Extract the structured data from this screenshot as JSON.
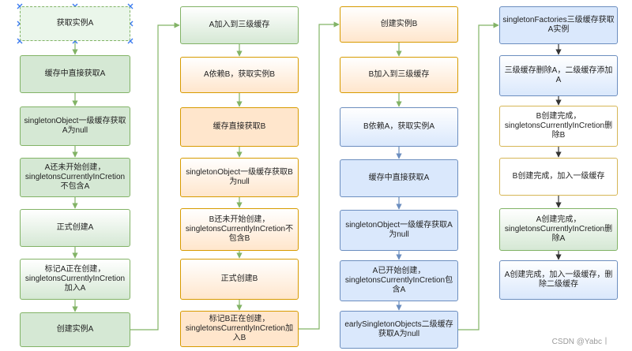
{
  "colors": {
    "green_line": "#82b366",
    "blue_line": "#6c8ebf",
    "dark_line": "#333333",
    "selection_handle": "#3b7bf0"
  },
  "columns": [
    {
      "id": "col1",
      "nodes": [
        {
          "label": "获取实例A",
          "style": "sel"
        },
        {
          "label": "缓存中直接获取A",
          "style": "g"
        },
        {
          "label": "singletonObject一级缓存获取A为null",
          "style": "g"
        },
        {
          "label": "A还未开始创建，singletonsCurrentlyInCretion不包含A",
          "style": "g"
        },
        {
          "label": "正式创建A",
          "style": "gw"
        },
        {
          "label": "标记A正在创建，singletonsCurrentlyInCretion加入A",
          "style": "gw"
        },
        {
          "label": "创建实例A",
          "style": "g"
        }
      ]
    },
    {
      "id": "col2",
      "nodes": [
        {
          "label": "A加入到三级缓存",
          "style": "gw"
        },
        {
          "label": "A依赖B，获取实例B",
          "style": "ow"
        },
        {
          "label": "缓存直接获取B",
          "style": "o"
        },
        {
          "label": "singletonObject一级缓存获取B为null",
          "style": "ow"
        },
        {
          "label": "B还未开始创建，singletonsCurrentlyInCretion不包含B",
          "style": "ow"
        },
        {
          "label": "正式创建B",
          "style": "ow"
        },
        {
          "label": "标记B正在创建，singletonsCurrentlyInCretion加入B",
          "style": "o"
        }
      ]
    },
    {
      "id": "col3",
      "nodes": [
        {
          "label": "创建实例B",
          "style": "ow"
        },
        {
          "label": "B加入到三级缓存",
          "style": "ow"
        },
        {
          "label": "B依赖A，获取实例A",
          "style": "bw"
        },
        {
          "label": "缓存中直接获取A",
          "style": "b"
        },
        {
          "label": "singletonObject一级缓存获取A为null",
          "style": "b"
        },
        {
          "label": "A已开始创建，singletonsCurrentlyInCretion包含A",
          "style": "b"
        },
        {
          "label": "earlySingletonObjects二级缓存获取A为null",
          "style": "b"
        }
      ]
    },
    {
      "id": "col4",
      "nodes": [
        {
          "label": "singletonFactories三级缓存获取A实例",
          "style": "b"
        },
        {
          "label": "三级缓存删除A，二级缓存添加A",
          "style": "bw"
        },
        {
          "label": "B创建完成，singletonsCurrentlyInCretion删除B",
          "style": "yw"
        },
        {
          "label": "B创建完成，加入一级缓存",
          "style": "yw"
        },
        {
          "label": "A创建完成，singletonsCurrentlyInCretion删除A",
          "style": "gw"
        },
        {
          "label": "A创建完成，加入一级缓存，删除二级缓存",
          "style": "bw"
        }
      ]
    }
  ],
  "watermark": "CSDN @Yabc丨"
}
